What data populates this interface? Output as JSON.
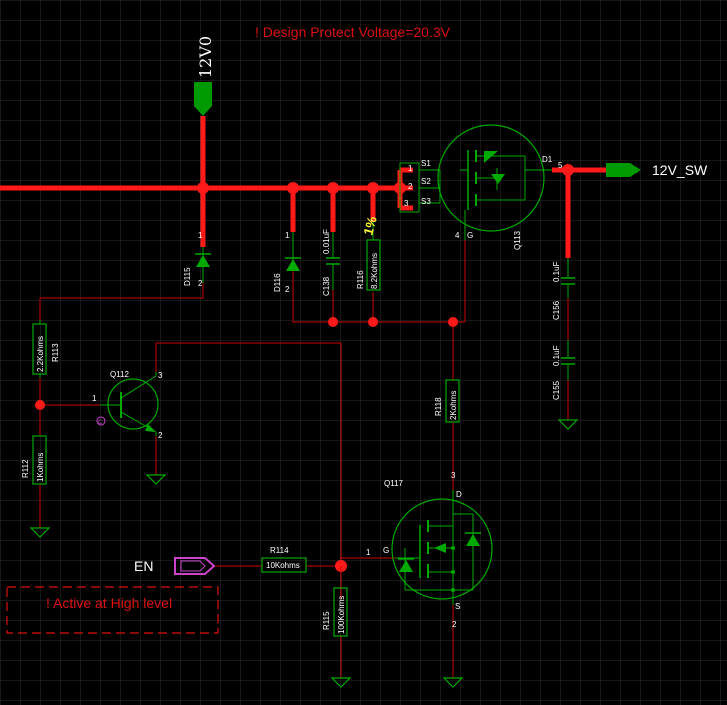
{
  "colors": {
    "background": "#000000",
    "grid": "#2e2e2e",
    "wire": "#cc0000",
    "bus": "#ff1a1a",
    "component": "#00aa00",
    "text": "#ffffff",
    "note": "#dd1111",
    "highlight": "#ffff33",
    "port_en": "#cc44cc"
  },
  "notes": {
    "protect_voltage": "! Design Protect Voltage=20.3V",
    "active_level": "! Active at High level"
  },
  "nets": {
    "input": "12V0",
    "output": "12V_SW",
    "enable": "EN"
  },
  "q113": {
    "ref": "Q113",
    "pins": {
      "s1": "S1",
      "s2": "S2",
      "s3": "S3",
      "d1": "D1",
      "g": "G",
      "n1": "1",
      "n2": "2",
      "n3": "3",
      "n4": "4",
      "n5": "5"
    }
  },
  "q117": {
    "ref": "Q117",
    "pins": {
      "d": "D",
      "g": "G",
      "s": "S",
      "n1": "1",
      "n2": "2",
      "n3": "3"
    }
  },
  "q112": {
    "ref": "Q112",
    "pins": {
      "b": "1",
      "e": "2",
      "c": "3"
    }
  },
  "d115": {
    "ref": "D115",
    "p1": "1",
    "p2": "2"
  },
  "d116": {
    "ref": "D116",
    "p1": "1",
    "p2": "2"
  },
  "c138": {
    "ref": "C138",
    "value": "0.01uF"
  },
  "r116": {
    "ref": "R116",
    "value": "8.2Kohms",
    "tol": "1%"
  },
  "c156": {
    "ref": "C156",
    "value": "0.1uF"
  },
  "c155": {
    "ref": "C155",
    "value": "0.1uF"
  },
  "r113": {
    "ref": "R113",
    "value": "2.2Kohms"
  },
  "r112": {
    "ref": "R112",
    "value": "1Kohms"
  },
  "r118": {
    "ref": "R118",
    "value": "2Kohms"
  },
  "r114": {
    "ref": "R114",
    "value": "10Kohms"
  },
  "r115": {
    "ref": "R115",
    "value": "100Kohms"
  },
  "misc": {
    "c_mark": "C"
  }
}
